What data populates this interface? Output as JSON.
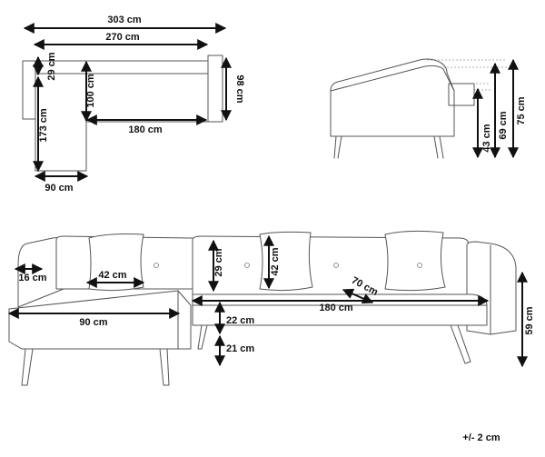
{
  "dimensions": {
    "overall_width": "303 cm",
    "frame_width": "270 cm",
    "armrest_depth_top": "29 cm",
    "total_depth": "100 cm",
    "chaise_length": "173 cm",
    "seat_width_top": "180 cm",
    "arm_depth": "98 cm",
    "chaise_width_top": "90 cm",
    "seat_height": "43 cm",
    "arm_height": "69 cm",
    "total_height": "75 cm",
    "arm_width": "16 cm",
    "cushion_width": "42 cm",
    "backrest_height": "29 cm",
    "cushion_height": "42 cm",
    "seat_depth_diag": "70 cm",
    "seat_width_front": "180 cm",
    "chaise_width_front": "90 cm",
    "seat_thickness": "22 cm",
    "leg_height": "21 cm",
    "height_front": "59 cm"
  },
  "tolerance": "+/- 2 cm",
  "colors": {
    "line": "#555555",
    "arrow": "#111111"
  }
}
